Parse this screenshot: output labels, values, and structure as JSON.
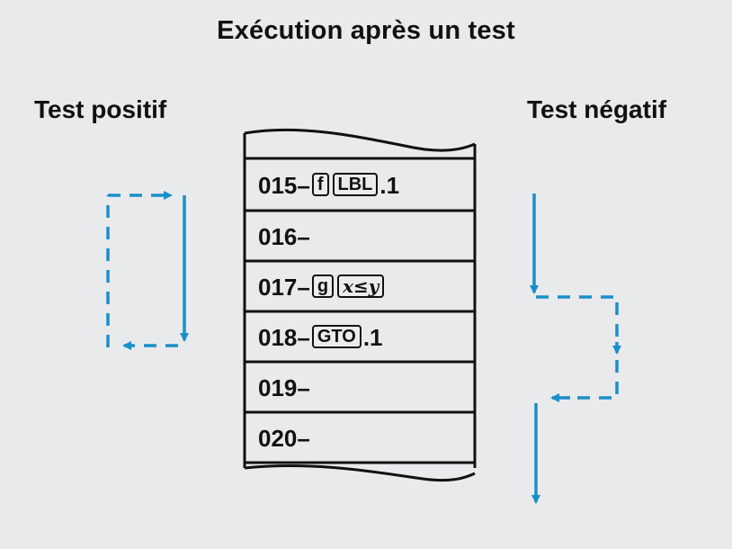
{
  "title": "Exécution après un test",
  "labels": {
    "left": "Test positif",
    "right": "Test négatif"
  },
  "colors": {
    "arrow": "#1a8fc9",
    "ink": "#111111",
    "paper": "#e9eaec"
  },
  "program": [
    {
      "line": "015–",
      "keys": [
        "f",
        "LBL"
      ],
      "suffix": ".1"
    },
    {
      "line": "016–",
      "keys": [],
      "suffix": ""
    },
    {
      "line": "017–",
      "keys": [
        "g",
        "x≤y"
      ],
      "suffix": ""
    },
    {
      "line": "018–",
      "keys": [
        "GTO"
      ],
      "suffix": ".1"
    },
    {
      "line": "019–",
      "keys": [],
      "suffix": ""
    },
    {
      "line": "020–",
      "keys": [],
      "suffix": ""
    }
  ]
}
